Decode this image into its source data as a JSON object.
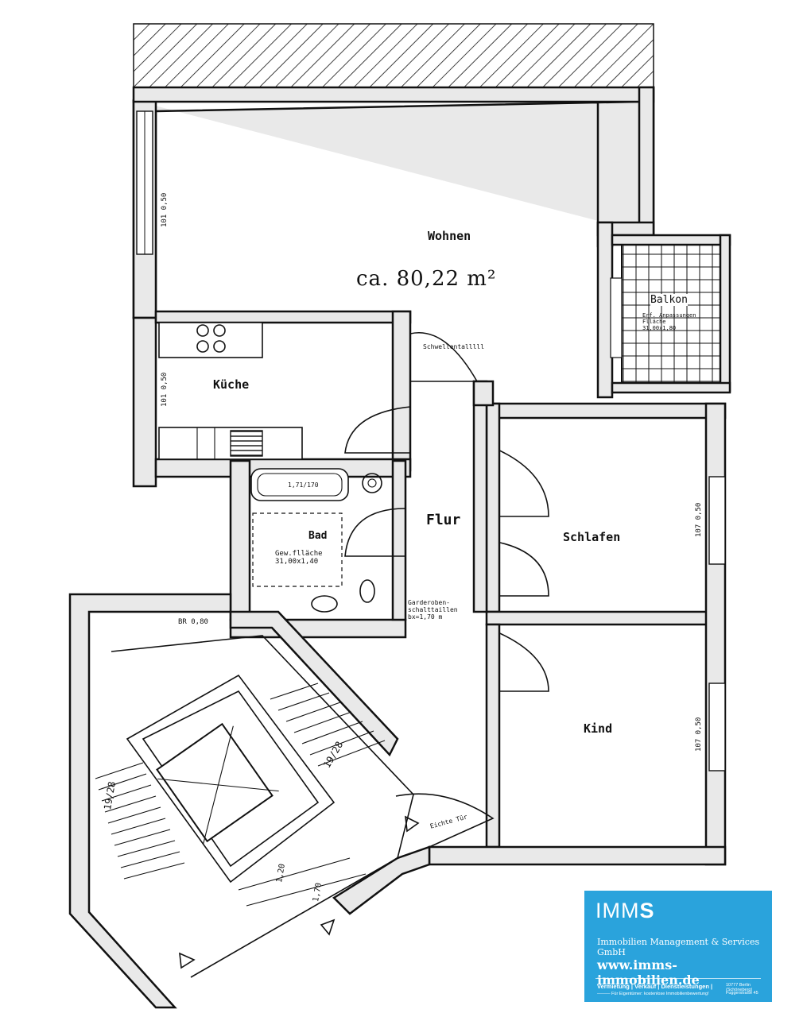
{
  "rooms": {
    "wohnen": "Wohnen",
    "kueche": "Küche",
    "bad": "Bad",
    "flur": "Flur",
    "schlafen": "Schlafen",
    "kind": "Kind",
    "balkon": "Balkon"
  },
  "area_note": "ca. 80,22 m²",
  "annotations": {
    "bad_area": "Gew.flläche\n31,00x1,40",
    "balkon_area": "Erf. Anpassungen\nFlläche\n31,00x1,80",
    "flur_note": "Garderoben-\nschalttaillen\nbx=1,70 m",
    "schwelle": "Schwellentalllll",
    "tuer": "Eichte Tür",
    "bru_080": "BR 0,80",
    "win_left_top": "101 0,50",
    "win_left_kitchen": "101 0,50",
    "win_right_schlafen": "107 0,50",
    "win_right_kind": "107 0,50",
    "stair_1": "19/28",
    "stair_2": "19/28",
    "dim_1": "1,20",
    "dim_2": "1,70",
    "bath_tub": "1,71/170"
  },
  "logo": {
    "brand_light": "IMM",
    "brand_bold": "S",
    "subtitle": "Immobilien Management & Services GmbH",
    "url": "www.imms-immobilien.de",
    "services": "Vermietung | Verkauf | Dienstleistungen |",
    "owner_note": "——— Für Eigentümer: kostenlose Immobilienbewertung!",
    "address_1": "10777 Berlin (Schöneberg)",
    "address_2": "Fuggerstraße 45"
  },
  "colors": {
    "logo_bg": "#2aa3dc",
    "line": "#111111"
  }
}
